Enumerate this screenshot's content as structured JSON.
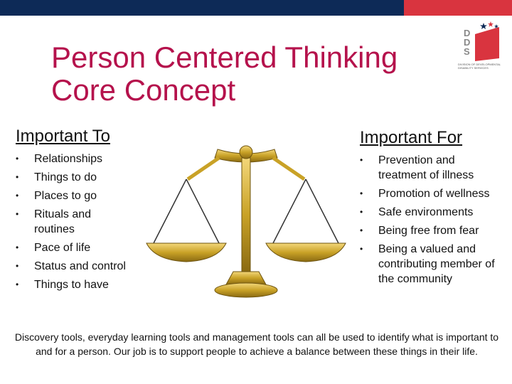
{
  "header": {
    "accent_navy": "#0d2a57",
    "accent_red": "#d9343f"
  },
  "title": {
    "line1": "Person Centered Thinking",
    "line2": "Core Concept",
    "color": "#b5124c"
  },
  "logo": {
    "letters": [
      "D",
      "D",
      "S"
    ],
    "small_text": "DIVISION OF DEVELOPMENTAL DISABILITY SERVICES"
  },
  "left": {
    "heading": "Important To",
    "items": [
      "Relationships",
      "Things to do",
      "Places to go",
      "Rituals and routines",
      "Pace of life",
      "Status and control",
      "Things to have"
    ]
  },
  "right": {
    "heading": "Important For",
    "items": [
      "Prevention and treatment of illness",
      "Promotion of wellness",
      "Safe environments",
      "Being free from fear",
      "Being a valued and contributing member of the community"
    ]
  },
  "image": {
    "icon": "balance-scale-icon",
    "color": "#c9a227"
  },
  "footer": {
    "text": "Discovery tools, everyday learning tools and management tools can all be used to identify what is important to and for a person. Our job is to support people to achieve a balance between these things in their life."
  }
}
